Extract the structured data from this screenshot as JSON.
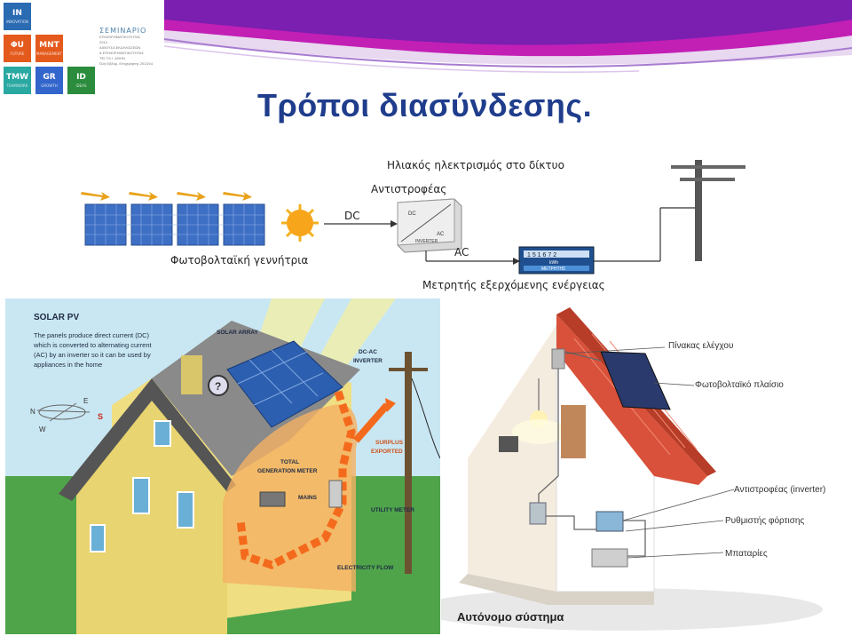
{
  "header": {
    "tiles": [
      {
        "code": "IN",
        "sub": "INNOVATION",
        "color": "#2a6bb2"
      },
      {
        "code": "ΦU",
        "sub": "FUTURE",
        "color": "#e45a1c"
      },
      {
        "code": "MNT",
        "sub": "MANAGEMENT",
        "color": "#e45a1c"
      },
      {
        "code": "TMW",
        "sub": "TEAMWORK",
        "color": "#2aa8a2"
      },
      {
        "code": "GR",
        "sub": "GROWTH",
        "color": "#3366cc"
      },
      {
        "code": "ID",
        "sub": "IDEAS",
        "color": "#2a8c3c"
      }
    ],
    "seminar_title": "ΣΕΜΙΝΑΡΙΟ",
    "seminar_lines": [
      "ΕΠΙΧΕΙΡΗΜΑΤΙΚΟΤΗΤΑΣ",
      "2014",
      "ΑΙΘΟΥΣΑ ΕΚΔΗΛΩΣΕΩΝ",
      "& ΕΠΙΧΕΙΡΗΜΑΤΙΚΟΤΗΤΑΣ",
      "ΤΕΙ Τ.Ε.Ι. ΑΘΗΝ",
      "Όλη Εβδομ. Επιχείρησης 2013/14"
    ]
  },
  "title": "Τρόποι διασύνδεσης.",
  "diagram": {
    "grid_label": "Ηλιακός ηλεκτρισμός στο δίκτυο",
    "inverter_label": "Αντιστροφέας",
    "dc_label": "DC",
    "ac_label": "AC",
    "pv_label": "Φωτοβολταϊκή γεννήτρια",
    "meter_label": "Μετρητής εξερχόμενης ενέργειας",
    "inverter_box_dc": "DC",
    "inverter_box_ac": "AC",
    "inverter_box_name": "INVERTER",
    "meter_digits": "1 5 1 6 7 2",
    "meter_unit": "kWh",
    "meter_name": "ΜΕΤΡΗΤΗΣ"
  },
  "left_panel": {
    "heading": "SOLAR PV",
    "body": [
      "The panels produce direct current (DC)",
      "which is converted to alternating current",
      "(AC) by an inverter so it can be used by",
      "appliances in the home"
    ],
    "labels": {
      "solar_array": "SOLAR ARRAY",
      "inverter": "DC-AC",
      "inverter2": "INVERTER",
      "surplus": "SURPLUS",
      "surplus2": "EXPORTED",
      "total": "TOTAL",
      "total2": "GENERATION METER",
      "mains": "MAINS",
      "utility": "UTILITY METER",
      "electricity": "ELECTRICITY FLOW"
    },
    "compass": {
      "n": "N",
      "e": "E",
      "s": "S",
      "w": "W"
    }
  },
  "right_panel": {
    "labels": [
      "Πίνακας ελέγχου",
      "Φωτοβολταϊκό πλαίσιο",
      "Αντιστροφέας (inverter)",
      "Ρυθμιστής φόρτισης",
      "Μπαταρίες"
    ],
    "caption": "Αυτόνομο σύστημα"
  }
}
